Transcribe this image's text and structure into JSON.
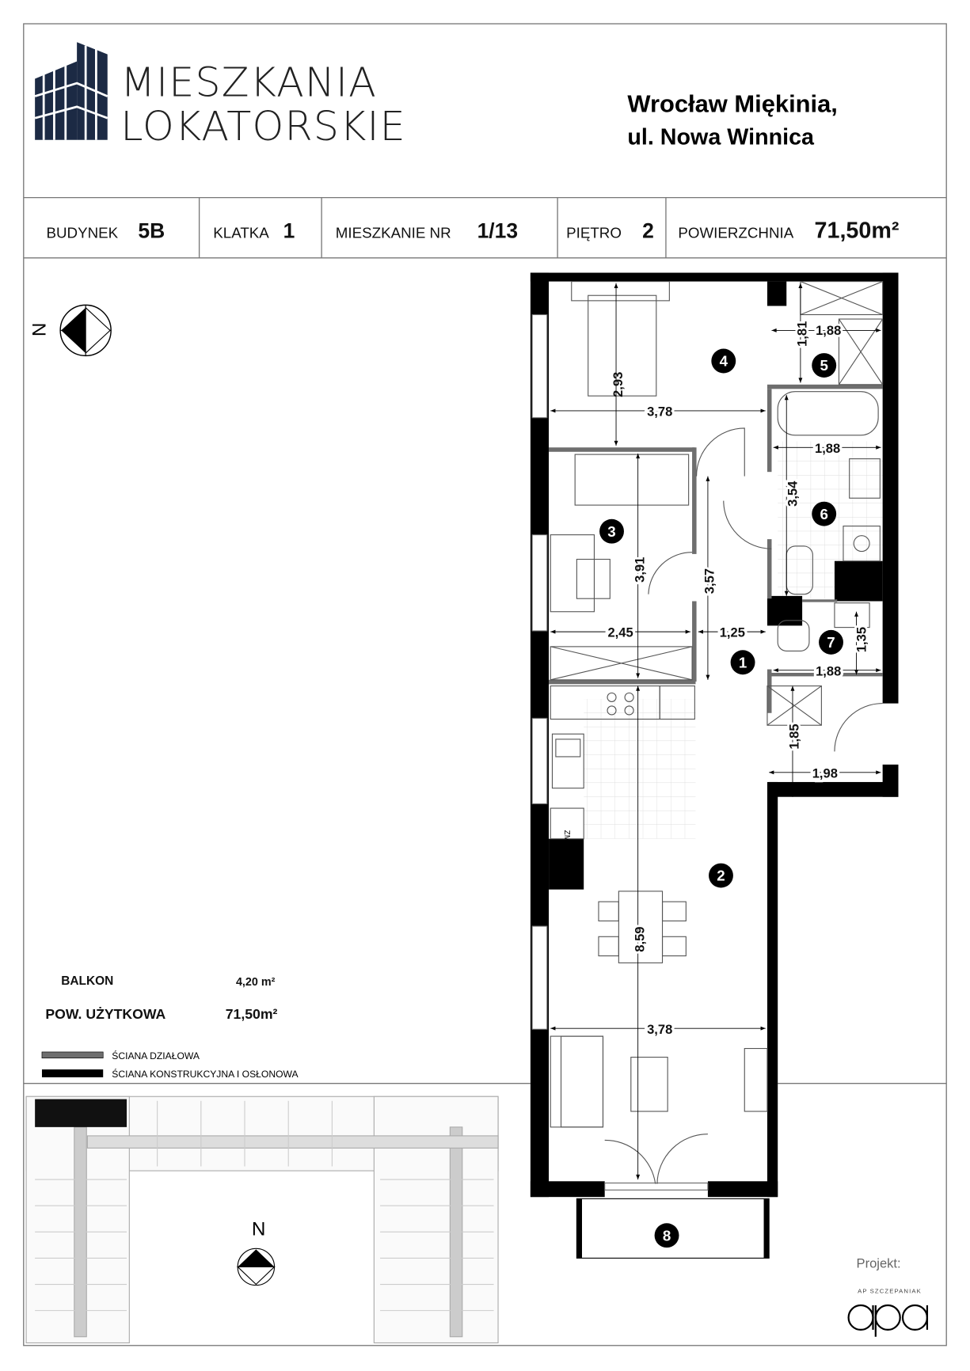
{
  "header": {
    "logo_line1": "MIESZKANIA",
    "logo_line2": "LOKATORSKIE",
    "city": "Wrocław Miękinia,",
    "street": "ul. Nowa Winnica"
  },
  "info": {
    "building_label": "BUDYNEK",
    "building_value": "5B",
    "stair_label": "KLATKA",
    "stair_value": "1",
    "flat_label": "MIESZKANIE NR",
    "flat_value": "1/13",
    "floor_label": "PIĘTRO",
    "floor_value": "2",
    "area_label": "POWIERZCHNIA",
    "area_value": "71,50m²"
  },
  "compass_label": "N",
  "summary": {
    "balcony_label": "BALKON",
    "balcony_value": "4,20  m²",
    "usable_label": "POW. UŻYTKOWA",
    "usable_value": "71,50m²"
  },
  "legend": {
    "partition": "ŚCIANA DZIAŁOWA",
    "structural": "ŚCIANA KONSTRUKCYJNA I OSŁONOWA"
  },
  "rooms": [
    "1",
    "2",
    "3",
    "4",
    "5",
    "6",
    "7",
    "8"
  ],
  "dimensions": {
    "bed_depth": "2,93",
    "bed_width": "3,78",
    "closet5_h": "1,81",
    "closet5_w": "1,88",
    "bath_w": "1,88",
    "bath_h": "3,54",
    "room3_h": "3,91",
    "hall_h": "3,57",
    "room3_w": "2,45",
    "hall_w": "1,25",
    "wc_h": "1,35",
    "wc_w": "1,88",
    "entry_h": "1,85",
    "entry_w": "1,98",
    "living_h": "8,59",
    "living_w": "3,78"
  },
  "fixtures": {
    "wm": "ZM"
  },
  "keyplan_compass_label": "N",
  "credits": {
    "project_label": "Projekt:",
    "firm": "AP SZCZEPANIAK",
    "firm_logo": "apa"
  },
  "colors": {
    "logo_navy": "#1c2a44",
    "partition_wall": "#6e6e6e",
    "structural_wall": "#000000"
  }
}
